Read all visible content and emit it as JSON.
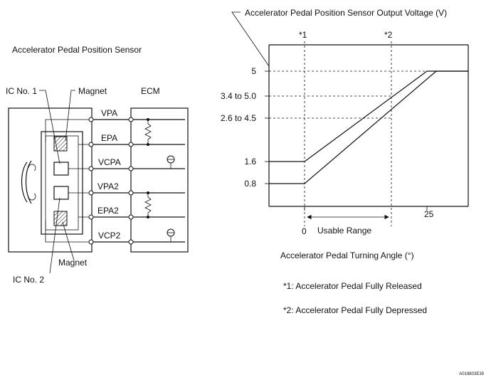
{
  "sensor_panel": {
    "title": "Accelerator Pedal Position Sensor",
    "ic1": "IC No. 1",
    "ic2": "IC No. 2",
    "magnet_top": "Magnet",
    "magnet_bottom": "Magnet",
    "ecm": "ECM",
    "terminals": [
      "VPA",
      "EPA",
      "VCPA",
      "VPA2",
      "EPA2",
      "VCP2"
    ]
  },
  "graph": {
    "title": "Accelerator Pedal Position Sensor Output Voltage (V)",
    "marker1": "*1",
    "marker2": "*2",
    "y_tick_labels": [
      "5",
      "3.4 to 5.0",
      "2.6 to 4.5",
      "1.6",
      "0.8"
    ],
    "x_tick_labels": [
      "0",
      "25"
    ],
    "usable_range": "Usable Range",
    "x_axis_title": "Accelerator Pedal Turning Angle (°)"
  },
  "notes": {
    "note1": "*1: Accelerator Pedal Fully Released",
    "note2": "*2: Accelerator Pedal Fully Depressed"
  },
  "figure_code": "A019803E39"
}
